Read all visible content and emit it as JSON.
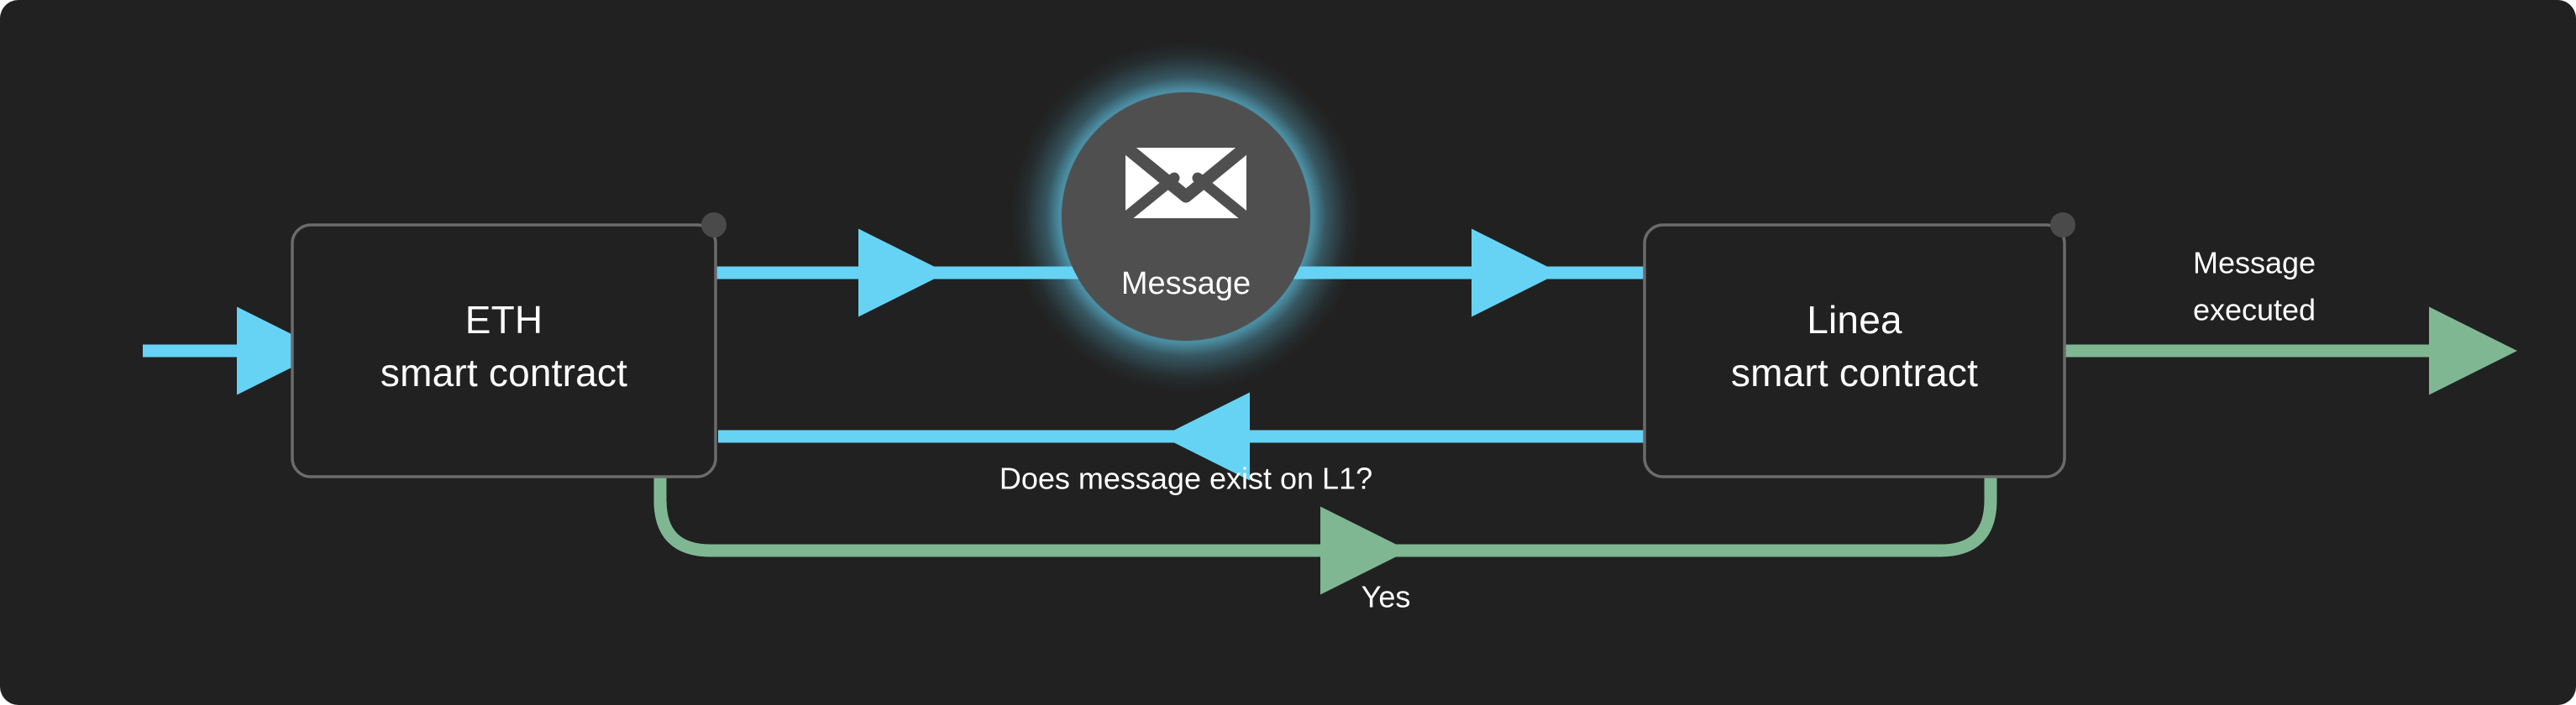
{
  "diagram": {
    "title": "Linea cross-chain message flow",
    "background_color": "#212121",
    "page_color": "#ffffff",
    "colors": {
      "cyan": "#66D3F5",
      "cyan_guide": "#2f7f96",
      "green": "#7FB793",
      "green_guide": "#4e7a5e",
      "box_border": "#6b6b6b",
      "box_fill": "#212121",
      "node_fill": "#4f4f4f",
      "dot_fill": "#4a4a4a",
      "text": "#ffffff"
    }
  },
  "nodes": {
    "eth_contract": {
      "line1": "ETH",
      "line2": "smart contract"
    },
    "linea_contract": {
      "line1": "Linea",
      "line2": "smart contract"
    },
    "message_node": {
      "label": "Message",
      "icon": "envelope-icon"
    }
  },
  "edges": {
    "input_arrow": {
      "label": "",
      "color": "#66D3F5",
      "direction": "right"
    },
    "eth_to_message": {
      "label": "",
      "color": "#66D3F5",
      "direction": "right"
    },
    "message_to_linea": {
      "label": "",
      "color": "#66D3F5",
      "direction": "right"
    },
    "linea_to_eth_query": {
      "label": "Does message exist on L1?",
      "color": "#66D3F5",
      "direction": "left"
    },
    "eth_to_linea_yes": {
      "label": "Yes",
      "color": "#7FB793",
      "direction": "right"
    },
    "message_executed": {
      "line1": "Message",
      "line2": "executed",
      "color": "#7FB793",
      "direction": "right"
    }
  }
}
